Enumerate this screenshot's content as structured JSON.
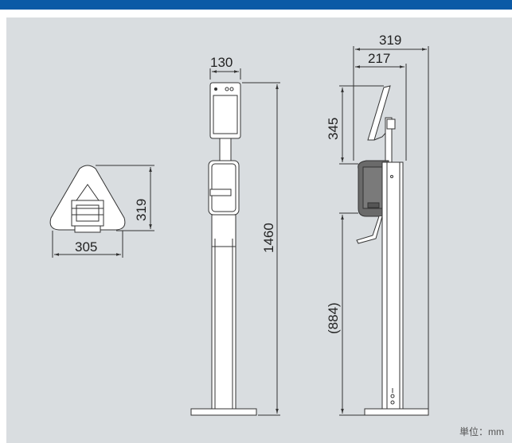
{
  "colors": {
    "top_bar": "#0b5aa6",
    "panel_bg": "#d9dde0",
    "line": "#333333",
    "part_fill": "#ffffff",
    "dark_part": "#555555"
  },
  "dimensions": {
    "base_width": "305",
    "base_depth": "319",
    "front_screen_width": "130",
    "front_height": "1460",
    "side_total_depth": "319",
    "side_inner_depth": "217",
    "side_screen_height": "345",
    "side_lower_height": "(884)"
  },
  "unit_label": "単位：mm"
}
